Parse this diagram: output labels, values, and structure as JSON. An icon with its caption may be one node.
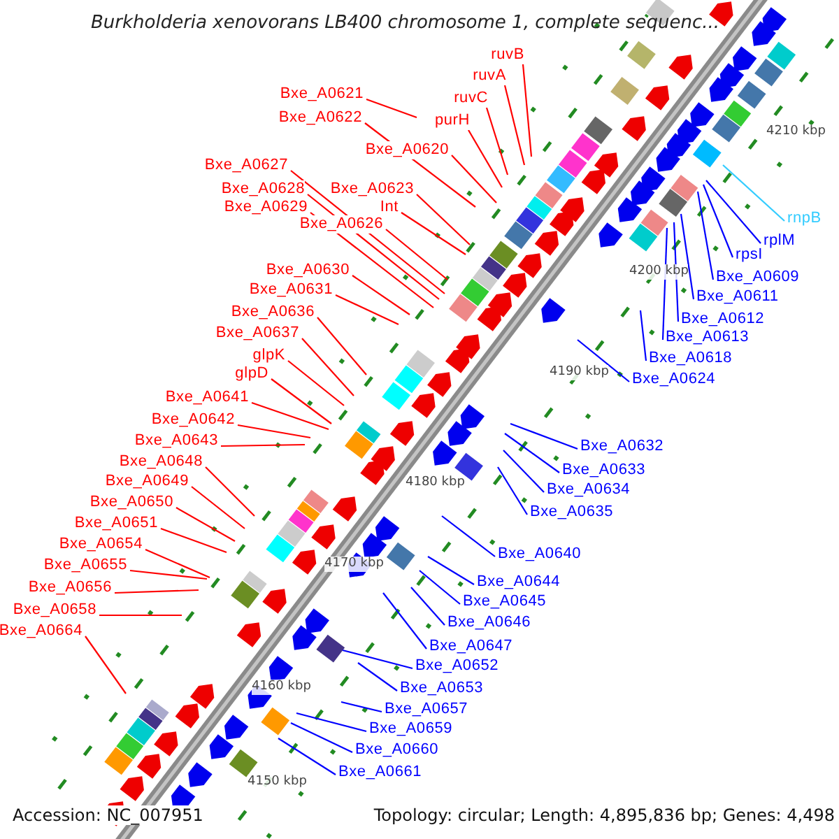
{
  "diagram": {
    "title": "Burkholderia xenovorans LB400 chromosome 1, complete sequenc...",
    "nodes": [
      {
        "text": [
          "ruvB"
        ]
      },
      {
        "text": [
          "ruvA"
        ]
      },
      {
        "text": [
          "ruvC"
        ]
      },
      {
        "text": [
          "purH"
        ]
      },
      {
        "text": [
          "Bxe_A0621"
        ]
      },
      {
        "text": [
          "Bxe_A0622"
        ]
      },
      {
        "text": [
          "Bxe_A0620"
        ]
      },
      {
        "text": [
          "Bxe_A0627"
        ]
      },
      {
        "text": [
          "Bxe_A0628"
        ]
      },
      {
        "text": [
          "Bxe_A0623"
        ]
      },
      {
        "text": [
          "Bxe_A0629"
        ]
      },
      {
        "text": [
          "Int"
        ]
      },
      {
        "text": [
          "Bxe_A0626"
        ]
      },
      {
        "text": [
          "Bxe_A0630"
        ]
      },
      {
        "text": [
          "Bxe_A0631"
        ]
      },
      {
        "text": [
          "Bxe_A0636"
        ]
      },
      {
        "text": [
          "Bxe_A0637"
        ]
      },
      {
        "text": [
          "glpK"
        ]
      },
      {
        "text": [
          "glpD"
        ]
      },
      {
        "text": [
          "Bxe_A0641"
        ]
      },
      {
        "text": [
          "Bxe_A0642"
        ]
      },
      {
        "text": [
          "Bxe_A0643"
        ]
      },
      {
        "text": [
          "Bxe_A0648"
        ]
      },
      {
        "text": [
          "Bxe_A0649"
        ]
      },
      {
        "text": [
          "Bxe_A0650"
        ]
      },
      {
        "text": [
          "Bxe_A0651"
        ]
      },
      {
        "text": [
          "Bxe_A0654"
        ]
      },
      {
        "text": [
          "Bxe_A0655"
        ]
      },
      {
        "text": [
          "Bxe_A0656"
        ]
      },
      {
        "text": [
          "Bxe_A0658"
        ]
      },
      {
        "text": [
          "Bxe_A0664"
        ]
      },
      {
        "text": [
          "rnpB"
        ]
      },
      {
        "text": [
          "rplM"
        ]
      },
      {
        "text": [
          "rpsI"
        ]
      },
      {
        "text": [
          "Bxe_A0609"
        ]
      },
      {
        "text": [
          "Bxe_A0611"
        ]
      },
      {
        "text": [
          "Bxe_A0612"
        ]
      },
      {
        "text": [
          "Bxe_A0613"
        ]
      },
      {
        "text": [
          "Bxe_A0618"
        ]
      },
      {
        "text": [
          "Bxe_A0624"
        ]
      },
      {
        "text": [
          "Bxe_A0632"
        ]
      },
      {
        "text": [
          "Bxe_A0633"
        ]
      },
      {
        "text": [
          "Bxe_A0634"
        ]
      },
      {
        "text": [
          "Bxe_A0635"
        ]
      },
      {
        "text": [
          "Bxe_A0640"
        ]
      },
      {
        "text": [
          "Bxe_A0644"
        ]
      },
      {
        "text": [
          "Bxe_A0645"
        ]
      },
      {
        "text": [
          "Bxe_A0646"
        ]
      },
      {
        "text": [
          "Bxe_A0647"
        ]
      },
      {
        "text": [
          "Bxe_A0652"
        ]
      },
      {
        "text": [
          "Bxe_A0653"
        ]
      },
      {
        "text": [
          "Bxe_A0657"
        ]
      },
      {
        "text": [
          "Bxe_A0659"
        ]
      },
      {
        "text": [
          "Bxe_A0660"
        ]
      },
      {
        "text": [
          "Bxe_A0661"
        ]
      }
    ],
    "edges": [
      {
        "from": 0,
        "to": null,
        "arrow": "none"
      },
      {
        "from": 1,
        "to": null,
        "arrow": "none"
      },
      {
        "from": 2,
        "to": null,
        "arrow": "none"
      },
      {
        "from": 3,
        "to": null,
        "arrow": "none"
      },
      {
        "from": 4,
        "to": null,
        "arrow": "none"
      },
      {
        "from": 5,
        "to": null,
        "arrow": "none"
      },
      {
        "from": 6,
        "to": null,
        "arrow": "none"
      },
      {
        "from": 7,
        "to": null,
        "arrow": "none"
      },
      {
        "from": 8,
        "to": null,
        "arrow": "none"
      },
      {
        "from": 9,
        "to": null,
        "arrow": "none"
      },
      {
        "from": 10,
        "to": null,
        "arrow": "none"
      },
      {
        "from": 11,
        "to": null,
        "arrow": "none"
      },
      {
        "from": 12,
        "to": null,
        "arrow": "none"
      },
      {
        "from": 13,
        "to": null,
        "arrow": "none"
      },
      {
        "from": 14,
        "to": null,
        "arrow": "none"
      },
      {
        "from": 15,
        "to": null,
        "arrow": "none"
      },
      {
        "from": 16,
        "to": null,
        "arrow": "none"
      },
      {
        "from": 17,
        "to": null,
        "arrow": "none"
      },
      {
        "from": 18,
        "to": null,
        "arrow": "none"
      },
      {
        "from": 19,
        "to": null,
        "arrow": "none"
      },
      {
        "from": 20,
        "to": null,
        "arrow": "none"
      },
      {
        "from": 21,
        "to": null,
        "arrow": "none"
      },
      {
        "from": 22,
        "to": null,
        "arrow": "none"
      },
      {
        "from": 23,
        "to": null,
        "arrow": "none"
      },
      {
        "from": 24,
        "to": null,
        "arrow": "none"
      },
      {
        "from": 25,
        "to": null,
        "arrow": "none"
      },
      {
        "from": 26,
        "to": null,
        "arrow": "none"
      },
      {
        "from": 27,
        "to": null,
        "arrow": "none"
      },
      {
        "from": 28,
        "to": null,
        "arrow": "none"
      },
      {
        "from": 29,
        "to": null,
        "arrow": "none"
      },
      {
        "from": 30,
        "to": null,
        "arrow": "none"
      },
      {
        "from": 31,
        "to": null,
        "arrow": "none",
        "color": "#33ccff"
      },
      {
        "from": 32,
        "to": null,
        "arrow": "none",
        "color": "#0000ff"
      },
      {
        "from": 33,
        "to": null,
        "arrow": "none",
        "color": "#0000ff"
      },
      {
        "from": 34,
        "to": null,
        "arrow": "none",
        "color": "#0000ff"
      },
      {
        "from": 35,
        "to": null,
        "arrow": "none",
        "color": "#0000ff"
      },
      {
        "from": 36,
        "to": null,
        "arrow": "none",
        "color": "#0000ff"
      },
      {
        "from": 37,
        "to": null,
        "arrow": "none",
        "color": "#0000ff"
      },
      {
        "from": 38,
        "to": null,
        "arrow": "none",
        "color": "#0000ff"
      },
      {
        "from": 39,
        "to": null,
        "arrow": "none",
        "color": "#0000ff"
      },
      {
        "from": 40,
        "to": null,
        "arrow": "none",
        "color": "#0000ff"
      },
      {
        "from": 41,
        "to": null,
        "arrow": "none",
        "color": "#0000ff"
      },
      {
        "from": 42,
        "to": null,
        "arrow": "none",
        "color": "#0000ff"
      },
      {
        "from": 43,
        "to": null,
        "arrow": "none",
        "color": "#0000ff"
      },
      {
        "from": 44,
        "to": null,
        "arrow": "none",
        "color": "#0000ff"
      },
      {
        "from": 45,
        "to": null,
        "arrow": "none",
        "color": "#0000ff"
      },
      {
        "from": 46,
        "to": null,
        "arrow": "none",
        "color": "#0000ff"
      },
      {
        "from": 47,
        "to": null,
        "arrow": "none",
        "color": "#0000ff"
      },
      {
        "from": 48,
        "to": null,
        "arrow": "none",
        "color": "#0000ff"
      },
      {
        "from": 49,
        "to": null,
        "arrow": "none",
        "color": "#0000ff"
      },
      {
        "from": 50,
        "to": null,
        "arrow": "none",
        "color": "#0000ff"
      },
      {
        "from": 51,
        "to": null,
        "arrow": "none",
        "color": "#0000ff"
      },
      {
        "from": 52,
        "to": null,
        "arrow": "none",
        "color": "#0000ff"
      },
      {
        "from": 53,
        "to": null,
        "arrow": "none",
        "color": "#0000ff"
      },
      {
        "from": 54,
        "to": null,
        "arrow": "none",
        "color": "#0000ff"
      }
    ],
    "labels": [
      "4210 kbp",
      "4200 kbp",
      "4190 kbp",
      "4180 kbp",
      "4170 kbp",
      "4160 kbp",
      "4150 kbp",
      "Accession: NC_007951",
      "Topology: circular; Length: 4,895,836 bp; Genes: 4,498"
    ]
  }
}
